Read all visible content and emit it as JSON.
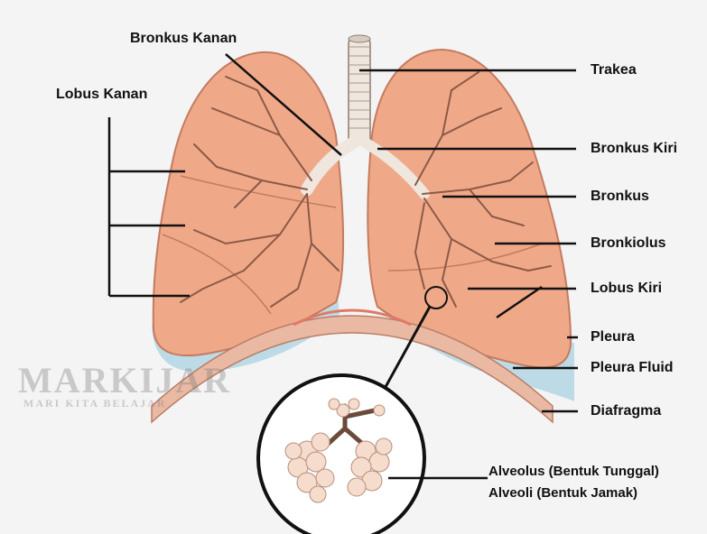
{
  "labels": {
    "bronkus_kanan": "Bronkus Kanan",
    "lobus_kanan": "Lobus Kanan",
    "trakea": "Trakea",
    "bronkus_kiri": "Bronkus Kiri",
    "bronkus": "Bronkus",
    "bronkiolus": "Bronkiolus",
    "lobus_kiri": "Lobus Kiri",
    "pleura": "Pleura",
    "pleura_fluid": "Pleura Fluid",
    "diafragma": "Diafragma",
    "alveolus": "Alveolus (Bentuk Tunggal)",
    "alveoli": "Alveoli (Bentuk Jamak)"
  },
  "watermark": {
    "title": "MARKIJAR",
    "subtitle": "MARI KITA BELAJAR"
  },
  "colors": {
    "background": "#f4f4f4",
    "lung_fill": "#f0a988",
    "lung_outline": "#c47a60",
    "pleura_fluid": "#bcdbe6",
    "diaphragm": "#e9b9a4",
    "airway": "#8c5a48",
    "leader_line": "#111111"
  }
}
